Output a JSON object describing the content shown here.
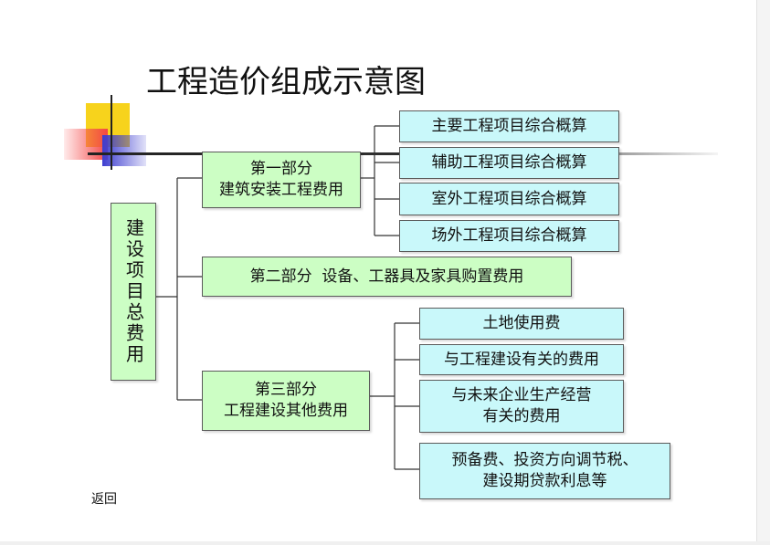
{
  "title": "工程造价组成示意图",
  "root": {
    "label": "建设项目总费用"
  },
  "parts": [
    {
      "label": "第一部分\n建筑安装工程费用",
      "children": [
        "主要工程项目综合概算",
        "辅助工程项目综合概算",
        "室外工程项目综合概算",
        "场外工程项目综合概算"
      ]
    },
    {
      "label": "第二部分  设备、工器具及家具购置费用",
      "children": []
    },
    {
      "label": "第三部分\n工程建设其他费用",
      "children": [
        "土地使用费",
        "与工程建设有关的费用",
        "与未来企业生产经营\n有关的费用",
        "预备费、投资方向调节税、\n建设期贷款利息等"
      ]
    }
  ],
  "back_link": "返回",
  "colors": {
    "part_fill": "#ccfec4",
    "leaf_fill": "#c9f8fa",
    "border": "#5a5a5a",
    "accent_yellow": "#f7d31c",
    "accent_red": "#f34646",
    "accent_blue": "#3e3ed0"
  }
}
